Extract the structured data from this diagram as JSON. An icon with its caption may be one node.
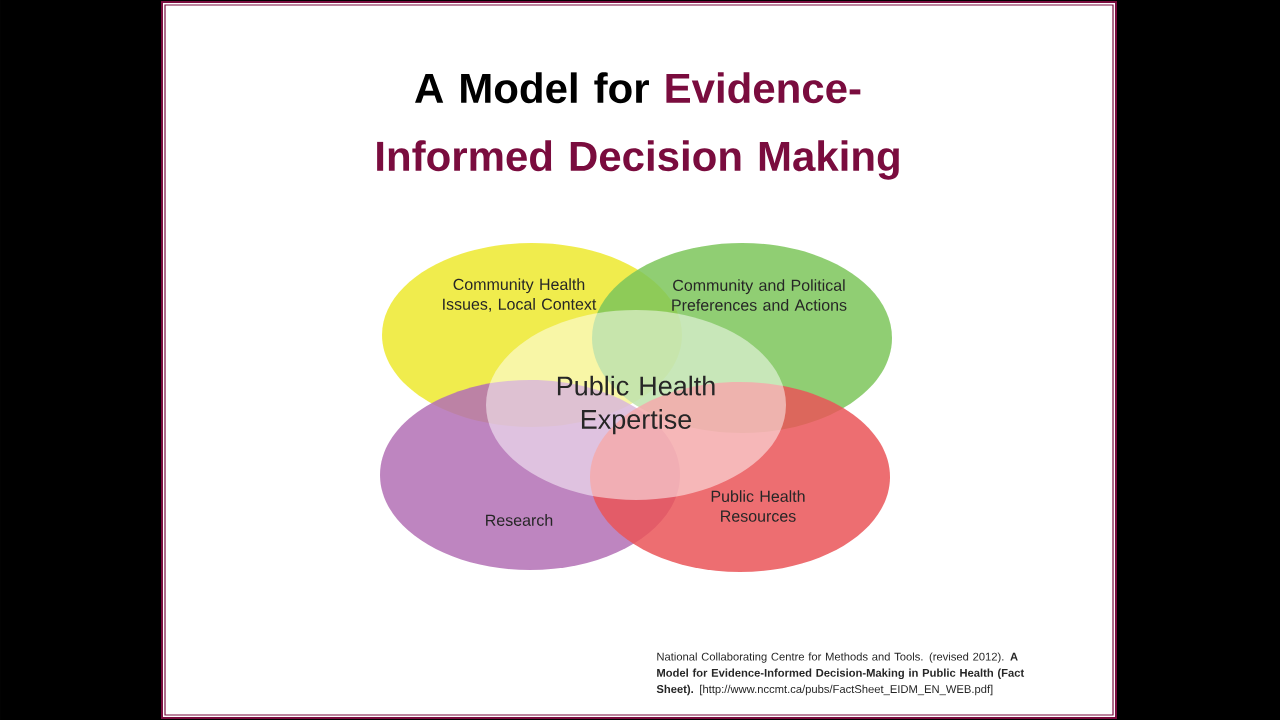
{
  "diagram": {
    "title": "**A Model for** Evidence-Informed Decision Making",
    "nodes": [
      {
        "text": [
          "Community Health Issues, Local Context"
        ]
      },
      {
        "text": [
          "Community and Political Preferences and Actions"
        ]
      },
      {
        "text": [
          "Research"
        ]
      },
      {
        "text": [
          "Public Health Resources"
        ]
      },
      {
        "text": [
          "Public Health Expertise"
        ]
      }
    ],
    "labels": [
      "National Collaborating Centre for Methods and Tools. (revised 2012). **A Model for Evidence-Informed Decision-Making in Public Health (Fact Sheet).** [http://www.nccmt.ca/pubs/FactSheet_EIDM_EN_WEB.pdf]"
    ]
  }
}
